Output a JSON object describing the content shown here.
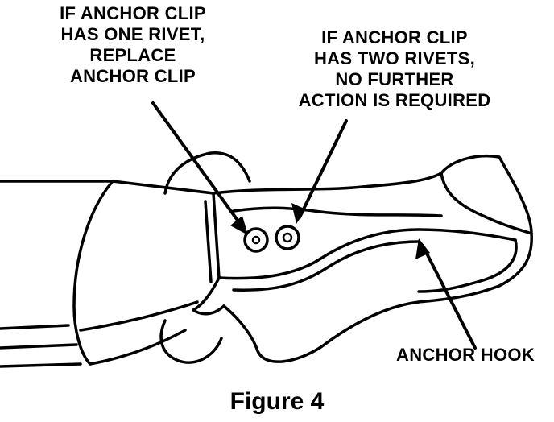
{
  "labels": {
    "one_rivet": [
      "IF ANCHOR CLIP",
      "HAS ONE RIVET,",
      "REPLACE",
      "ANCHOR CLIP"
    ],
    "two_rivets": [
      "IF ANCHOR CLIP",
      "HAS TWO RIVETS,",
      "NO FURTHER",
      "ACTION IS REQUIRED"
    ],
    "anchor_hook": "ANCHOR HOOK"
  },
  "caption": "Figure 4",
  "colors": {
    "ink": "#000000",
    "paper": "#ffffff"
  }
}
